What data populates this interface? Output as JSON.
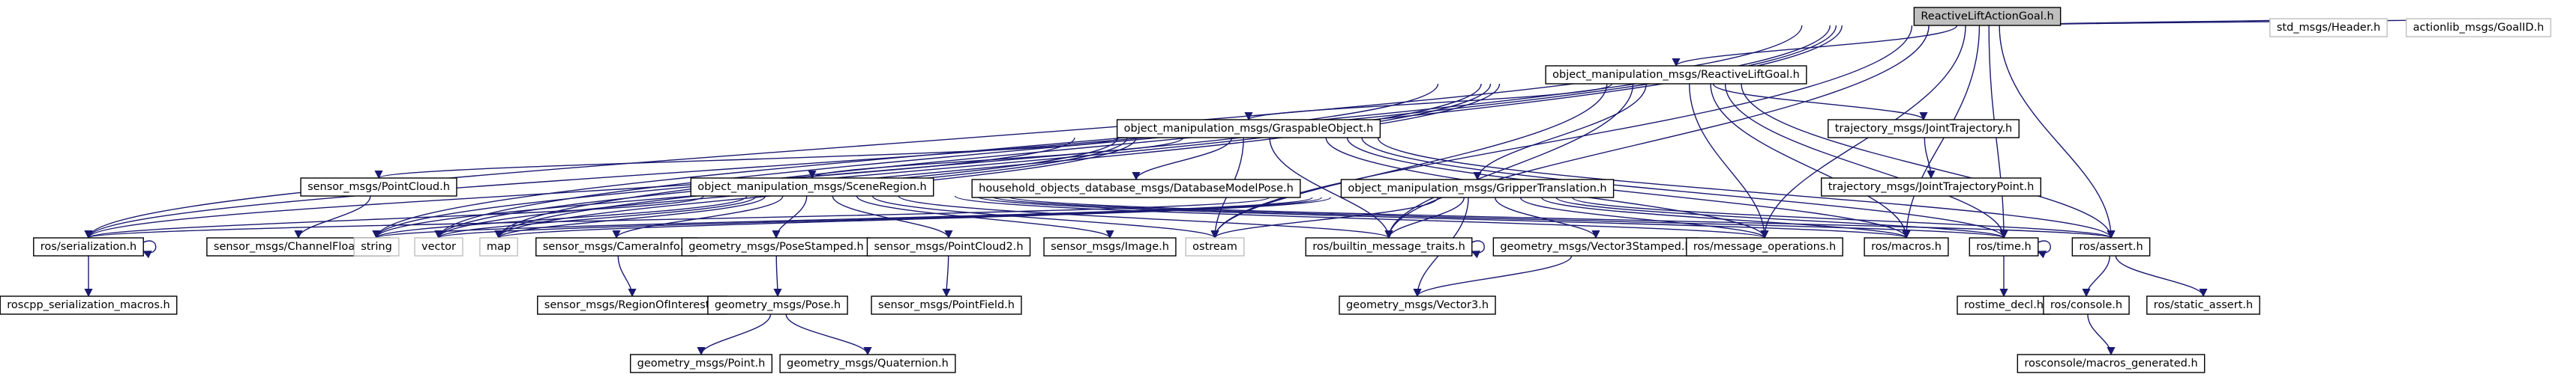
{
  "nodes": [
    {
      "id": "root",
      "label": "ReactiveLiftActionGoal.h",
      "kind": "root"
    },
    {
      "id": "rlg",
      "label": "object_manipulation_msgs/ReactiveLiftGoal.h",
      "kind": "normal"
    },
    {
      "id": "header",
      "label": "std_msgs/Header.h",
      "kind": "external"
    },
    {
      "id": "goalid",
      "label": "actionlib_msgs/GoalID.h",
      "kind": "external"
    },
    {
      "id": "go",
      "label": "object_manipulation_msgs/GraspableObject.h",
      "kind": "normal"
    },
    {
      "id": "jt",
      "label": "trajectory_msgs/JointTrajectory.h",
      "kind": "normal"
    },
    {
      "id": "jtp",
      "label": "trajectory_msgs/JointTrajectoryPoint.h",
      "kind": "normal"
    },
    {
      "id": "pc",
      "label": "sensor_msgs/PointCloud.h",
      "kind": "normal"
    },
    {
      "id": "sr",
      "label": "object_manipulation_msgs/SceneRegion.h",
      "kind": "normal"
    },
    {
      "id": "dmp",
      "label": "household_objects_database_msgs/DatabaseModelPose.h",
      "kind": "normal"
    },
    {
      "id": "gt",
      "label": "object_manipulation_msgs/GripperTranslation.h",
      "kind": "normal"
    },
    {
      "id": "ser",
      "label": "ros/serialization.h",
      "kind": "normal"
    },
    {
      "id": "cf32",
      "label": "sensor_msgs/ChannelFloat32.h",
      "kind": "normal"
    },
    {
      "id": "string",
      "label": "string",
      "kind": "external"
    },
    {
      "id": "vector",
      "label": "vector",
      "kind": "external"
    },
    {
      "id": "map",
      "label": "map",
      "kind": "external"
    },
    {
      "id": "caminfo",
      "label": "sensor_msgs/CameraInfo.h",
      "kind": "normal"
    },
    {
      "id": "pstamped",
      "label": "geometry_msgs/PoseStamped.h",
      "kind": "normal"
    },
    {
      "id": "pc2",
      "label": "sensor_msgs/PointCloud2.h",
      "kind": "normal"
    },
    {
      "id": "image",
      "label": "sensor_msgs/Image.h",
      "kind": "normal"
    },
    {
      "id": "ostream",
      "label": "ostream",
      "kind": "external"
    },
    {
      "id": "bmt",
      "label": "ros/builtin_message_traits.h",
      "kind": "normal"
    },
    {
      "id": "v3s",
      "label": "geometry_msgs/Vector3Stamped.h",
      "kind": "normal"
    },
    {
      "id": "msgops",
      "label": "ros/message_operations.h",
      "kind": "normal"
    },
    {
      "id": "macros",
      "label": "ros/macros.h",
      "kind": "normal"
    },
    {
      "id": "time",
      "label": "ros/time.h",
      "kind": "normal"
    },
    {
      "id": "assert",
      "label": "ros/assert.h",
      "kind": "normal"
    },
    {
      "id": "sermacros",
      "label": "roscpp_serialization_macros.h",
      "kind": "normal"
    },
    {
      "id": "roi",
      "label": "sensor_msgs/RegionOfInterest.h",
      "kind": "normal"
    },
    {
      "id": "pose",
      "label": "geometry_msgs/Pose.h",
      "kind": "normal"
    },
    {
      "id": "pfield",
      "label": "sensor_msgs/PointField.h",
      "kind": "normal"
    },
    {
      "id": "v3",
      "label": "geometry_msgs/Vector3.h",
      "kind": "normal"
    },
    {
      "id": "rtdecl",
      "label": "rostime_decl.h",
      "kind": "normal"
    },
    {
      "id": "console",
      "label": "ros/console.h",
      "kind": "normal"
    },
    {
      "id": "sassert",
      "label": "ros/static_assert.h",
      "kind": "normal"
    },
    {
      "id": "point",
      "label": "geometry_msgs/Point.h",
      "kind": "normal"
    },
    {
      "id": "quat",
      "label": "geometry_msgs/Quaternion.h",
      "kind": "normal"
    },
    {
      "id": "rcgen",
      "label": "rosconsole/macros_generated.h",
      "kind": "normal"
    }
  ],
  "edges": [
    [
      "root",
      "rlg"
    ],
    [
      "root",
      "header"
    ],
    [
      "root",
      "goalid"
    ],
    [
      "root",
      "ser"
    ],
    [
      "root",
      "string"
    ],
    [
      "root",
      "vector"
    ],
    [
      "root",
      "map"
    ],
    [
      "root",
      "ostream"
    ],
    [
      "root",
      "bmt"
    ],
    [
      "root",
      "msgops"
    ],
    [
      "root",
      "macros"
    ],
    [
      "root",
      "time"
    ],
    [
      "root",
      "assert"
    ],
    [
      "rlg",
      "go"
    ],
    [
      "rlg",
      "jt"
    ],
    [
      "rlg",
      "gt"
    ],
    [
      "rlg",
      "ser"
    ],
    [
      "rlg",
      "string"
    ],
    [
      "rlg",
      "vector"
    ],
    [
      "rlg",
      "map"
    ],
    [
      "rlg",
      "ostream"
    ],
    [
      "rlg",
      "bmt"
    ],
    [
      "rlg",
      "msgops"
    ],
    [
      "rlg",
      "macros"
    ],
    [
      "rlg",
      "time"
    ],
    [
      "rlg",
      "assert"
    ],
    [
      "jt",
      "jtp"
    ],
    [
      "go",
      "pc"
    ],
    [
      "go",
      "sr"
    ],
    [
      "go",
      "dmp"
    ],
    [
      "go",
      "ser"
    ],
    [
      "go",
      "string"
    ],
    [
      "go",
      "vector"
    ],
    [
      "go",
      "map"
    ],
    [
      "go",
      "ostream"
    ],
    [
      "go",
      "bmt"
    ],
    [
      "go",
      "msgops"
    ],
    [
      "go",
      "macros"
    ],
    [
      "go",
      "time"
    ],
    [
      "go",
      "assert"
    ],
    [
      "pc",
      "cf32"
    ],
    [
      "sr",
      "caminfo"
    ],
    [
      "sr",
      "pstamped"
    ],
    [
      "sr",
      "pc2"
    ],
    [
      "sr",
      "image"
    ],
    [
      "sr",
      "ser"
    ],
    [
      "sr",
      "string"
    ],
    [
      "sr",
      "vector"
    ],
    [
      "sr",
      "map"
    ],
    [
      "sr",
      "ostream"
    ],
    [
      "sr",
      "bmt"
    ],
    [
      "sr",
      "msgops"
    ],
    [
      "sr",
      "macros"
    ],
    [
      "sr",
      "time"
    ],
    [
      "sr",
      "assert"
    ],
    [
      "gt",
      "v3s"
    ],
    [
      "gt",
      "v3"
    ],
    [
      "gt",
      "ser"
    ],
    [
      "gt",
      "string"
    ],
    [
      "gt",
      "vector"
    ],
    [
      "gt",
      "map"
    ],
    [
      "gt",
      "ostream"
    ],
    [
      "gt",
      "bmt"
    ],
    [
      "gt",
      "msgops"
    ],
    [
      "gt",
      "macros"
    ],
    [
      "gt",
      "time"
    ],
    [
      "gt",
      "assert"
    ],
    [
      "ser",
      "sermacros"
    ],
    [
      "ser",
      "ser"
    ],
    [
      "caminfo",
      "roi"
    ],
    [
      "pstamped",
      "pose"
    ],
    [
      "pose",
      "point"
    ],
    [
      "pose",
      "quat"
    ],
    [
      "pc2",
      "pfield"
    ],
    [
      "v3s",
      "v3"
    ],
    [
      "time",
      "rtdecl"
    ],
    [
      "time",
      "time"
    ],
    [
      "assert",
      "console"
    ],
    [
      "assert",
      "sassert"
    ],
    [
      "console",
      "rcgen"
    ],
    [
      "bmt",
      "bmt"
    ]
  ]
}
